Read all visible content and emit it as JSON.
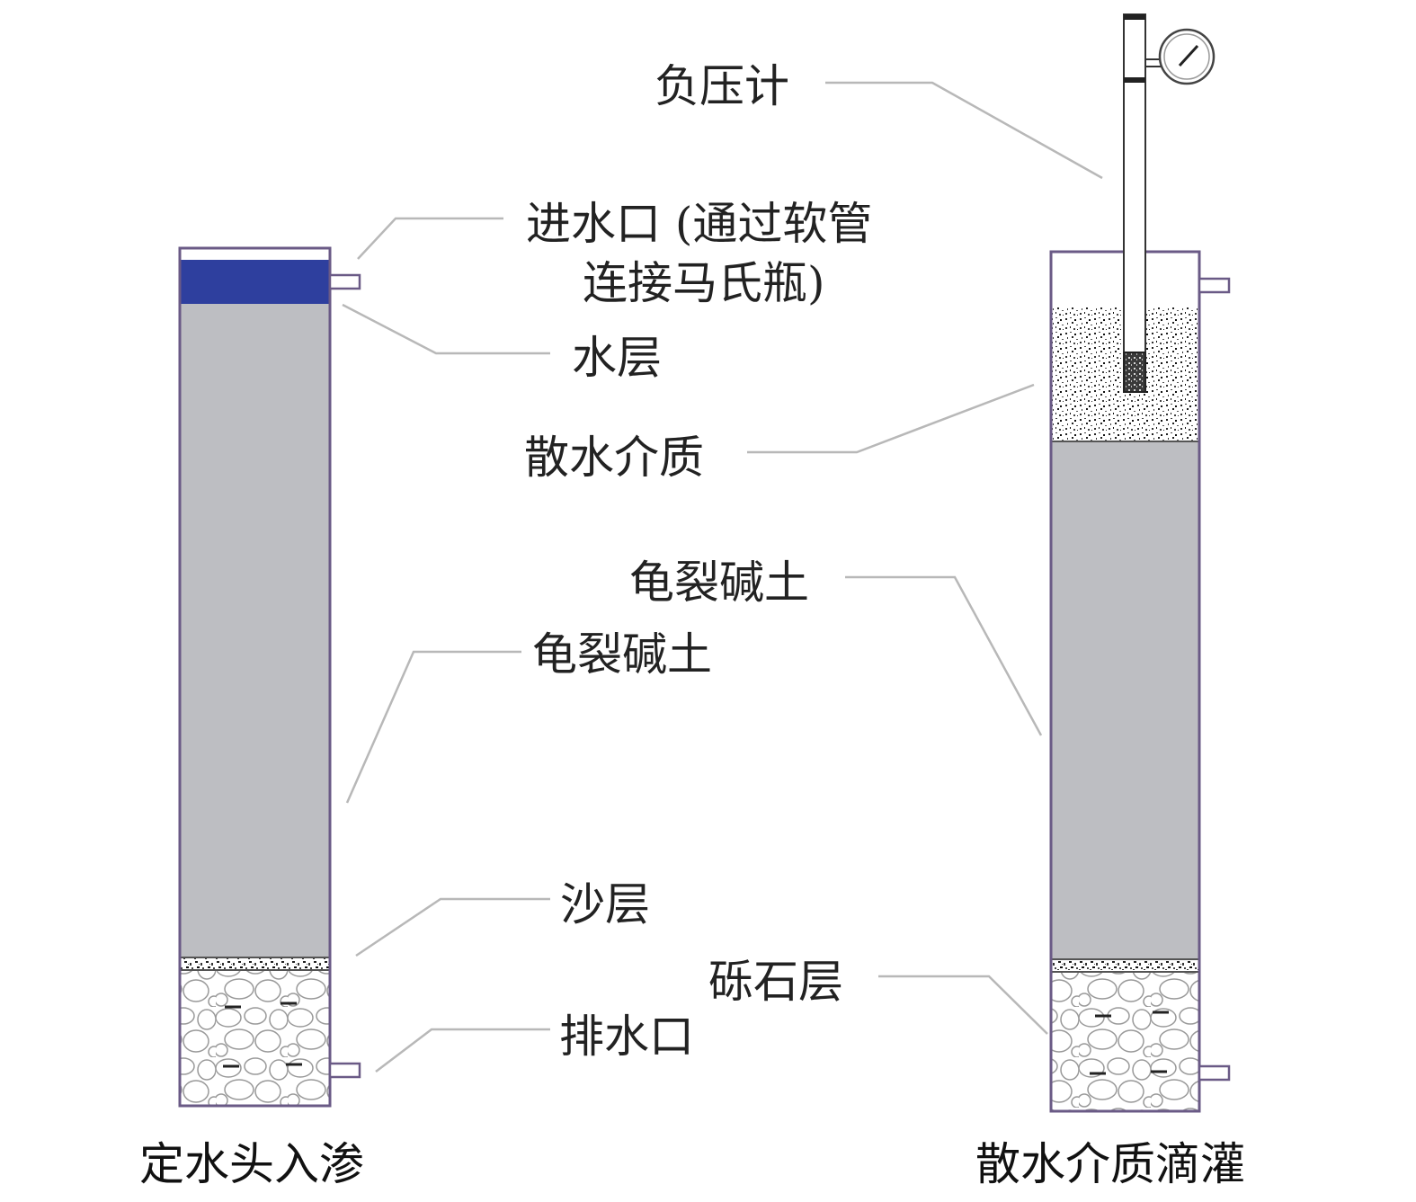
{
  "colors": {
    "water": "#2e3f9e",
    "soil": "#bdbec2",
    "frame": "#6a5a86",
    "leader": "#b8b8b8",
    "text": "#222222"
  },
  "left_column": {
    "caption": "定水头入渗",
    "labels": {
      "inlet_line1": "进水口 (通过软管",
      "inlet_line2": "连接马氏瓶)",
      "water_layer": "水层",
      "soil": "龟裂碱土",
      "sand": "沙层",
      "drain": "排水口"
    }
  },
  "right_column": {
    "caption": "散水介质滴灌",
    "labels": {
      "gauge": "负压计",
      "medium": "散水介质",
      "soil": "龟裂碱土",
      "gravel": "砾石层"
    }
  }
}
